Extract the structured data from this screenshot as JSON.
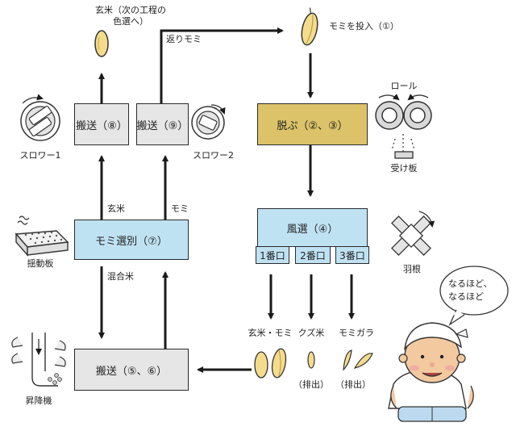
{
  "diagram": {
    "boxes": {
      "transport_8": "搬送（⑧）",
      "transport_9": "搬送（⑨）",
      "husking": "脱ぷ（②、③）",
      "winnow": "風選（④）",
      "port_1": "1番口",
      "port_2": "2番口",
      "port_3": "3番口",
      "sorting": "モミ選別（⑦）",
      "transport_56": "搬送（⑤、⑥）"
    },
    "labels": {
      "brown_rice_next": [
        "玄米（次の工程の",
        "色選へ）"
      ],
      "input_paddy": "モミを投入（①）",
      "return_paddy": "返りモミ",
      "roll": "ロール",
      "receiving_plate": "受け板",
      "blower_1": "スロワー1",
      "blower_2": "スロワー2",
      "brown_rice": "玄米",
      "paddy": "モミ",
      "shaking_plate": "揺動板",
      "mixed_rice": "混合米",
      "fan_blade": "羽根",
      "out_1": "玄米・モミ",
      "out_2": "クズ米",
      "out_3": "モミガラ",
      "discharge_2": "（排出）",
      "discharge_3": "（排出）",
      "elevator": "昇降機"
    },
    "speech_bubble": [
      "なるほど、",
      "なるほど"
    ]
  },
  "colors": {
    "gray_box": "#e6e6e6",
    "blue_box": "#bfe2f3",
    "gold_box": "#dcc36a",
    "grain": "#f4dc8c",
    "line": "#1a1a1a"
  }
}
